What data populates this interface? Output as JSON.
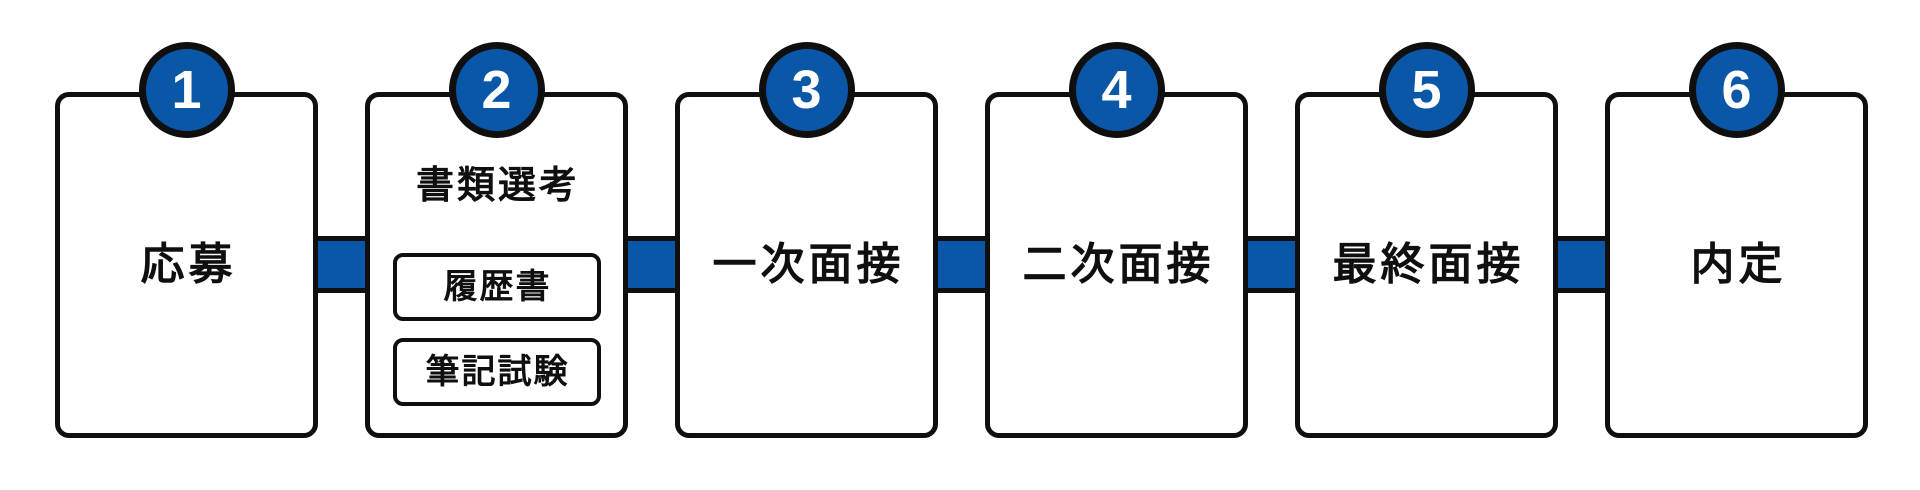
{
  "steps": [
    {
      "number": "1",
      "label": "応募"
    },
    {
      "number": "2",
      "label": "書類選考",
      "sub_items": [
        "履歴書",
        "筆記試験"
      ]
    },
    {
      "number": "3",
      "label": "一次面接"
    },
    {
      "number": "4",
      "label": "二次面接"
    },
    {
      "number": "5",
      "label": "最終面接"
    },
    {
      "number": "6",
      "label": "内定"
    }
  ],
  "colors": {
    "accent_blue": "#0A57A8",
    "outline_black": "#0F0F0F",
    "card_white": "#FFFFFF",
    "number_text": "#FFFFFF"
  }
}
